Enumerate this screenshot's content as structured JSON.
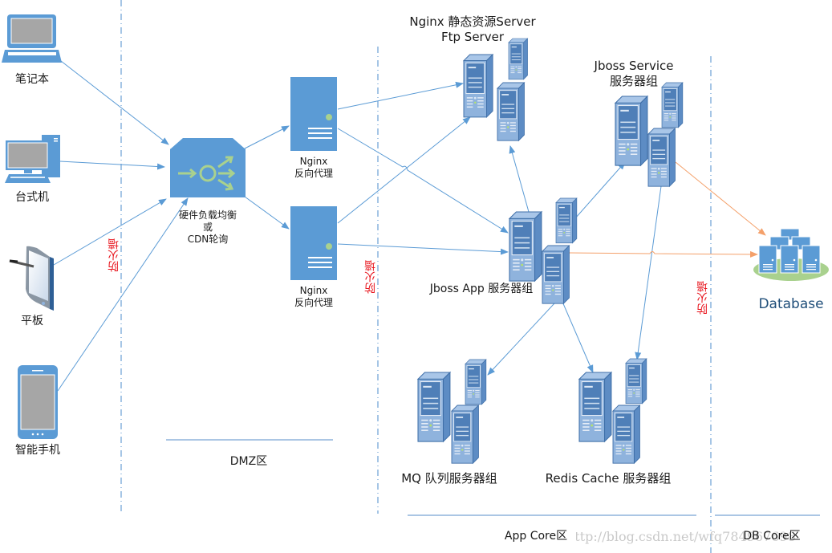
{
  "colors": {
    "link": "#5b9bd5",
    "db_link": "#f4a06a",
    "device_blue": "#5b9bd5",
    "server_blue": "#7fa7d4",
    "firewall_red": "#e8141c",
    "zone_line": "#8fb4dc",
    "db_base_green": "#a9d18e"
  },
  "clients": [
    {
      "id": "laptop",
      "label": "笔记本",
      "icon": "laptop-icon"
    },
    {
      "id": "desktop",
      "label": "台式机",
      "icon": "desktop-icon"
    },
    {
      "id": "tablet",
      "label": "平板",
      "icon": "tablet-icon"
    },
    {
      "id": "phone",
      "label": "智能手机",
      "icon": "smartphone-icon"
    }
  ],
  "load_balancer": {
    "lines": [
      "硬件负载均衡",
      "或",
      "CDN轮询"
    ],
    "icon": "load-balancer-icon"
  },
  "proxies": [
    {
      "line1": "Nginx",
      "line2": "反向代理"
    },
    {
      "line1": "Nginx",
      "line2": "反向代理"
    }
  ],
  "groups": {
    "static": {
      "line1": "Nginx 静态资源Server",
      "line2": "Ftp Server"
    },
    "jboss_service": {
      "line1": "Jboss Service",
      "line2": "服务器组"
    },
    "jboss_app": {
      "label": "Jboss App 服务器组"
    },
    "mq": {
      "label": "MQ 队列服务器组"
    },
    "redis": {
      "label": "Redis Cache 服务器组"
    },
    "database": {
      "label": "Database"
    }
  },
  "firewalls": [
    "防火墙",
    "防火墙",
    "防火墙"
  ],
  "zones": {
    "dmz": "DMZ区",
    "app_core": "App Core区",
    "db_core": "DB Core区"
  },
  "watermark": "http://blog.csdn.net/wfq784967698"
}
